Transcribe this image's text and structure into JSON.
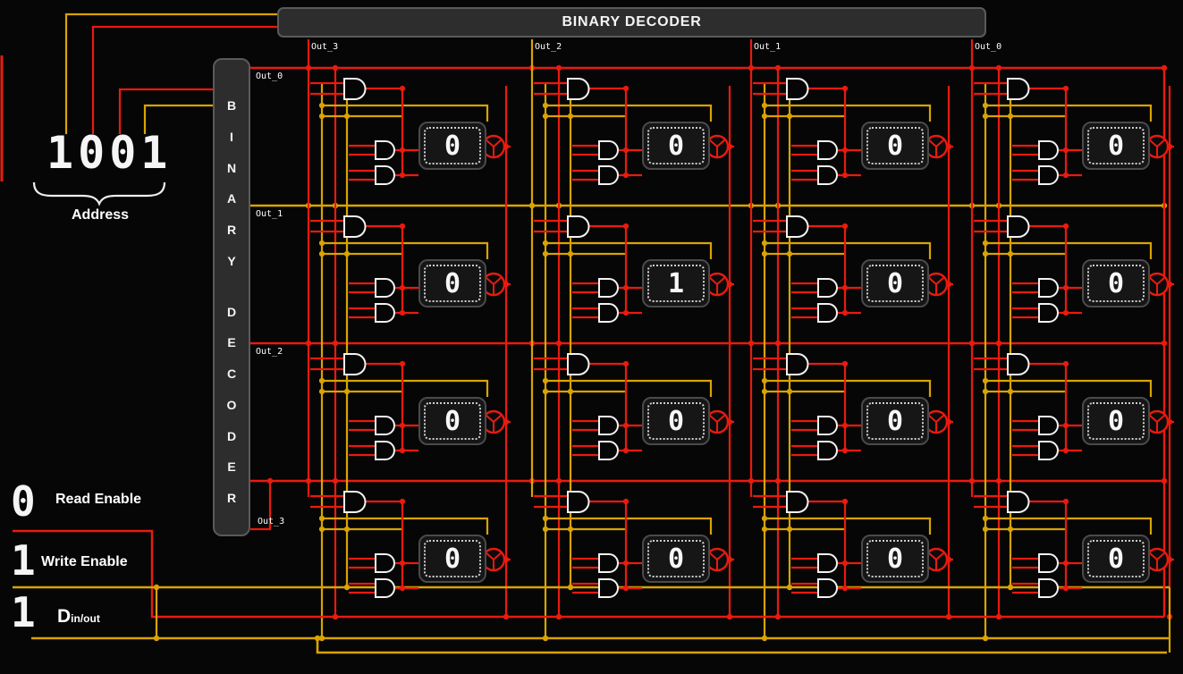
{
  "palette": {
    "background": "#060606",
    "red": "#ea1a0e",
    "yellow": "#d9a303",
    "panel": "#2d2d2d",
    "panel_border": "#5a5a5a",
    "text": "#f4f4f4"
  },
  "top_decoder": {
    "title": "BINARY DECODER",
    "output_labels": [
      "Out_3",
      "Out_2",
      "Out_1",
      "Out_0"
    ]
  },
  "left_decoder": {
    "letters": [
      "B",
      "I",
      "N",
      "A",
      "R",
      "Y",
      "D",
      "E",
      "C",
      "O",
      "D",
      "E",
      "R"
    ],
    "output_labels": [
      "Out_0",
      "Out_1",
      "Out_2",
      "Out_3"
    ]
  },
  "address": {
    "value": "1001",
    "label": "Address"
  },
  "controls": {
    "read_enable": {
      "value": "0",
      "label": "Read Enable"
    },
    "write_enable": {
      "value": "1",
      "label": "Write Enable"
    },
    "data_inout": {
      "value": "1",
      "label_main": "D",
      "label_sub": "in/out"
    }
  },
  "memory": {
    "rows": 4,
    "cols": 4,
    "cells": [
      {
        "value": "0"
      },
      {
        "value": "0"
      },
      {
        "value": "0"
      },
      {
        "value": "0"
      },
      {
        "value": "0"
      },
      {
        "value": "1"
      },
      {
        "value": "0"
      },
      {
        "value": "0"
      },
      {
        "value": "0"
      },
      {
        "value": "0"
      },
      {
        "value": "0"
      },
      {
        "value": "0"
      },
      {
        "value": "0"
      },
      {
        "value": "0"
      },
      {
        "value": "0"
      },
      {
        "value": "0"
      }
    ]
  }
}
